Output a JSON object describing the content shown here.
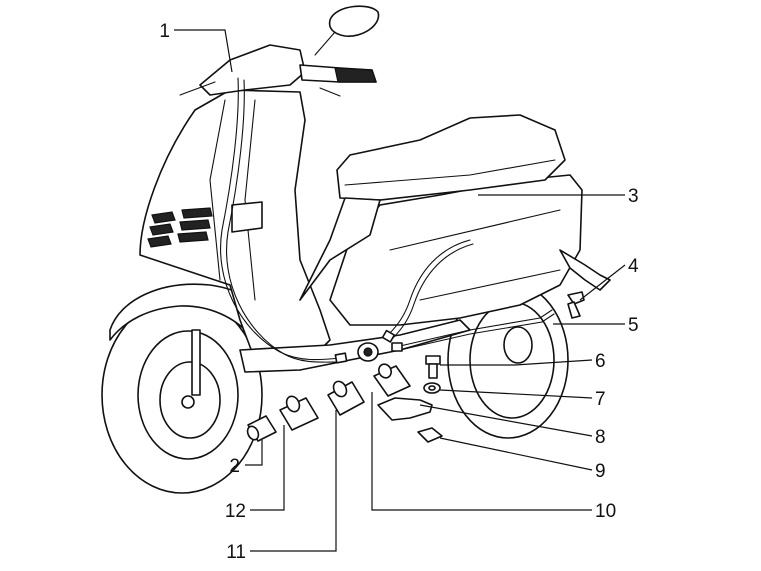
{
  "callouts": [
    {
      "id": "1",
      "label": "1"
    },
    {
      "id": "2",
      "label": "2"
    },
    {
      "id": "3",
      "label": "3"
    },
    {
      "id": "4",
      "label": "4"
    },
    {
      "id": "5",
      "label": "5"
    },
    {
      "id": "6",
      "label": "6"
    },
    {
      "id": "7",
      "label": "7"
    },
    {
      "id": "8",
      "label": "8"
    },
    {
      "id": "9",
      "label": "9"
    },
    {
      "id": "10",
      "label": "10"
    },
    {
      "id": "11",
      "label": "11"
    },
    {
      "id": "12",
      "label": "12"
    }
  ],
  "colors": {
    "line": "#111111",
    "background": "#ffffff"
  }
}
